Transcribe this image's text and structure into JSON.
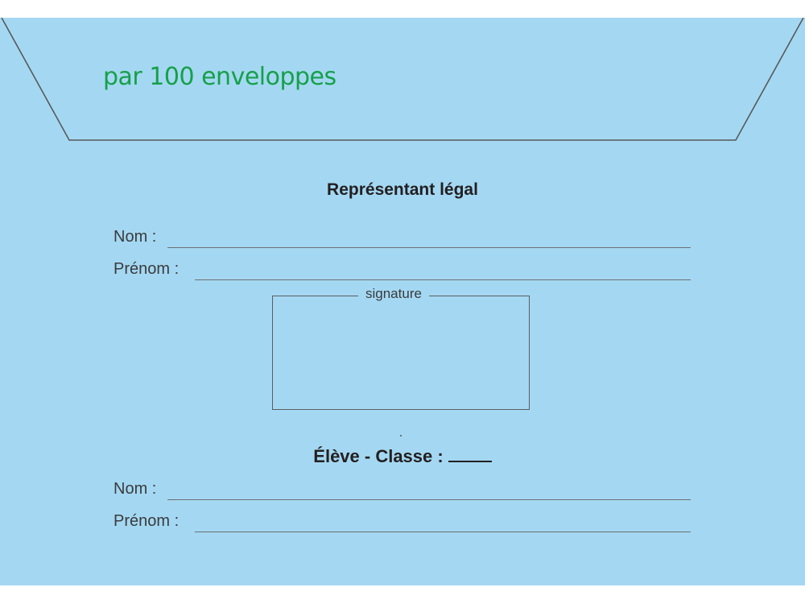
{
  "envelope": {
    "tagline": "par 100 enveloppes"
  },
  "legal_rep": {
    "title": "Représentant légal",
    "nom_label": "Nom :",
    "prenom_label": "Prénom :",
    "signature_label": "signature"
  },
  "student": {
    "title": "Élève - Classe :",
    "nom_label": "Nom :",
    "prenom_label": "Prénom :"
  },
  "colors": {
    "envelope_bg": "#a4d8f2",
    "tagline": "#16a049",
    "text": "#231f20"
  }
}
